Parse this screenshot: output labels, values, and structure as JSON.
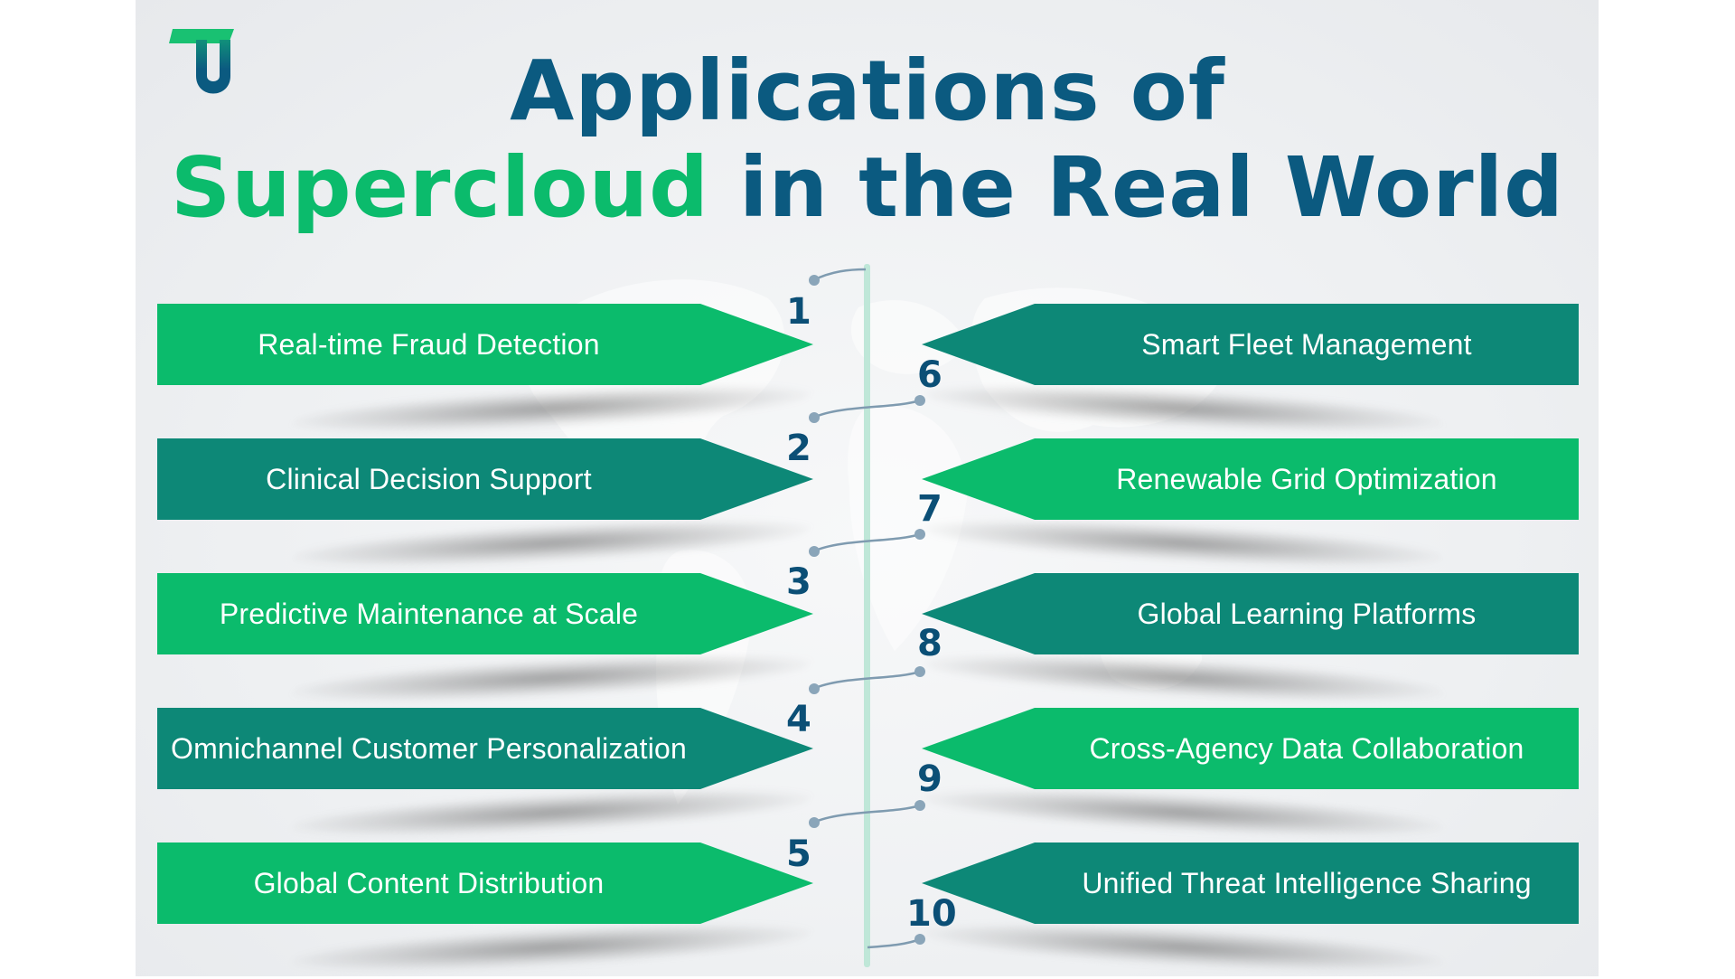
{
  "header": {
    "logo": "tu-logo-icon",
    "title_line1": "Applications of",
    "title_line2_accent": "Supercloud",
    "title_line2_rest": " in the Real World"
  },
  "colors": {
    "title_navy": "#0b5a80",
    "accent_green": "#0bbb6c",
    "banner_green": "#0bbb6c",
    "banner_teal": "#0d8877",
    "number_navy": "#0b4f76",
    "center_line": "#bfe7d8",
    "connector": "#7f9bb0"
  },
  "left_items": [
    {
      "number": "1",
      "label": "Real-time Fraud Detection",
      "color": "green"
    },
    {
      "number": "2",
      "label": "Clinical Decision Support",
      "color": "teal"
    },
    {
      "number": "3",
      "label": "Predictive Maintenance at Scale",
      "color": "green"
    },
    {
      "number": "4",
      "label": "Omnichannel Customer Personalization",
      "color": "teal"
    },
    {
      "number": "5",
      "label": "Global Content Distribution",
      "color": "green"
    }
  ],
  "right_items": [
    {
      "number": "6",
      "label": "Smart Fleet Management",
      "color": "teal"
    },
    {
      "number": "7",
      "label": "Renewable Grid Optimization",
      "color": "green"
    },
    {
      "number": "8",
      "label": "Global Learning Platforms",
      "color": "teal"
    },
    {
      "number": "9",
      "label": "Cross-Agency Data Collaboration",
      "color": "green"
    },
    {
      "number": "10",
      "label": "Unified Threat Intelligence Sharing",
      "color": "teal"
    }
  ]
}
